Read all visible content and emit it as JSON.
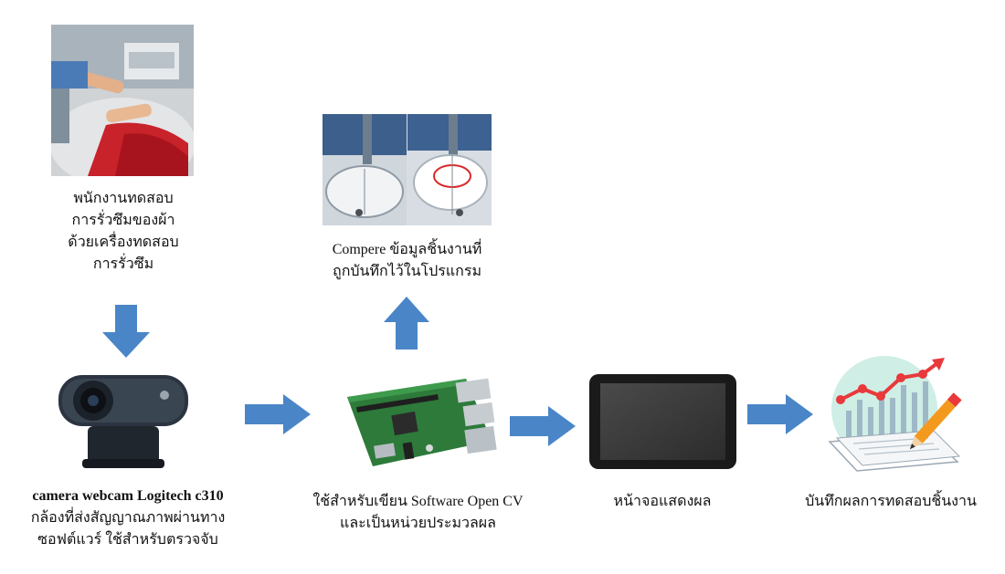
{
  "steps": {
    "operator": {
      "lines": [
        "พนักงานทดสอบ",
        "การรั่วซึมของผ้า",
        "ด้วยเครื่องทดสอบ",
        "การรั่วซึม"
      ]
    },
    "camera": {
      "title": "camera webcam Logitech c310",
      "lines": [
        "กล้องที่ส่งสัญญาณภาพผ่านทาง",
        "ซอฟต์แวร์ ใช้สำหรับตรวจจับ"
      ]
    },
    "compare": {
      "lines": [
        "Compere ข้อมูลชิ้นงานที่",
        "ถูกบันทึกไว้ในโปรแกรม"
      ]
    },
    "board": {
      "lines": [
        "ใช้สำหรับเขียน Software Open CV",
        "และเป็นหน่วยประมวลผล"
      ]
    },
    "display": {
      "lines": [
        "หน้าจอแสดงผล"
      ]
    },
    "record": {
      "lines": [
        "บันทึกผลการทดสอบชิ้นงาน"
      ]
    }
  },
  "colors": {
    "arrow": "#4a86c7",
    "webcam": "#2b3440",
    "board": "#2d7a3a",
    "screen": "#1a1a1a",
    "chart_circle": "#cfeee5",
    "chart_line": "#e8393c"
  }
}
